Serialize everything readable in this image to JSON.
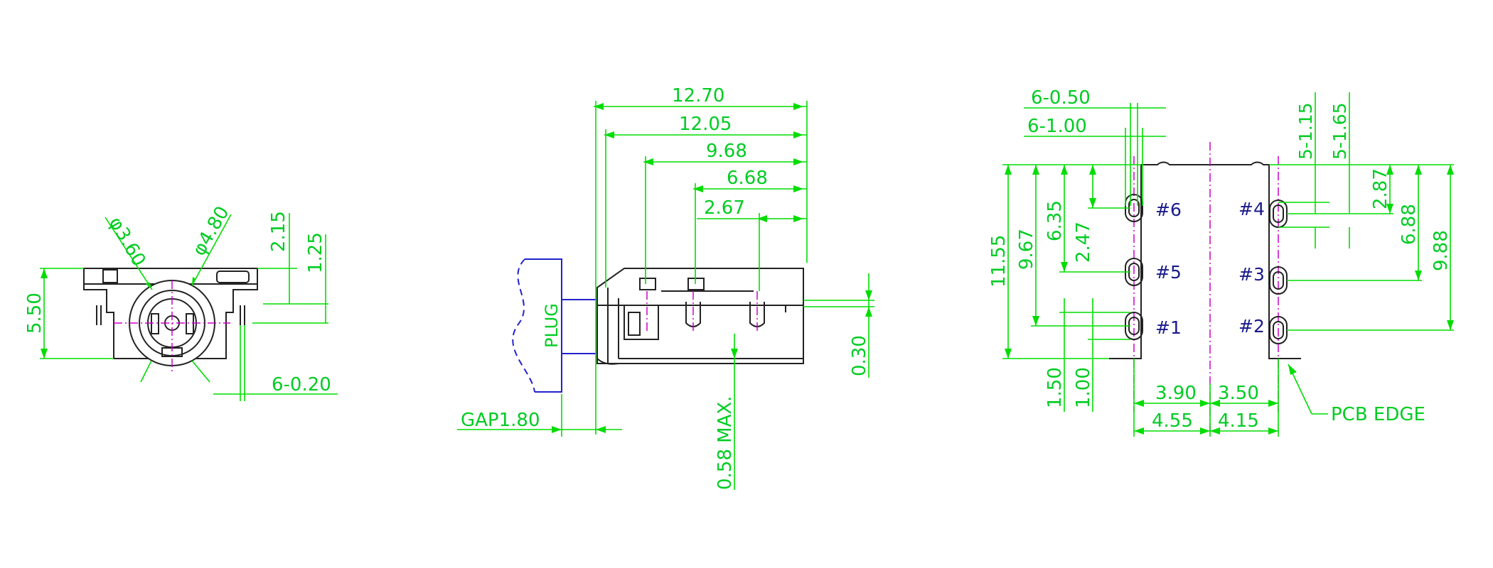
{
  "front_view": {
    "dia_small": "φ3.60",
    "dia_large": "φ4.80",
    "h_215": "2.15",
    "h_125": "1.25",
    "h_550": "5.50",
    "pin_w": "6-0.20"
  },
  "side_view": {
    "len_1270": "12.70",
    "len_1205": "12.05",
    "len_968": "9.68",
    "len_668": "6.68",
    "len_267": "2.67",
    "plug": "PLUG",
    "gap": "GAP1.80",
    "max_058": "0.58 MAX.",
    "h_030": "0.30"
  },
  "pcb_view": {
    "slot_050": "6-0.50",
    "slot_100": "6-1.00",
    "slot_115": "5-1.15",
    "slot_165": "5-1.65",
    "v_1155": "11.55",
    "v_967": "9.67",
    "v_635": "6.35",
    "v_247": "2.47",
    "v_150": "1.50",
    "v_100": "1.00",
    "v_287": "2.87",
    "v_688": "6.88",
    "v_988": "9.88",
    "h_390": "3.90",
    "h_350": "3.50",
    "h_455": "4.55",
    "h_415": "4.15",
    "pin1": "#1",
    "pin2": "#2",
    "pin3": "#3",
    "pin4": "#4",
    "pin5": "#5",
    "pin6": "#6",
    "pcb_edge": "PCB EDGE"
  },
  "colors": {
    "dimension": "#00dd00",
    "outline": "#222222",
    "centerline": "#cc00cc",
    "plug": "#2222cc",
    "background": "#ffffff"
  }
}
